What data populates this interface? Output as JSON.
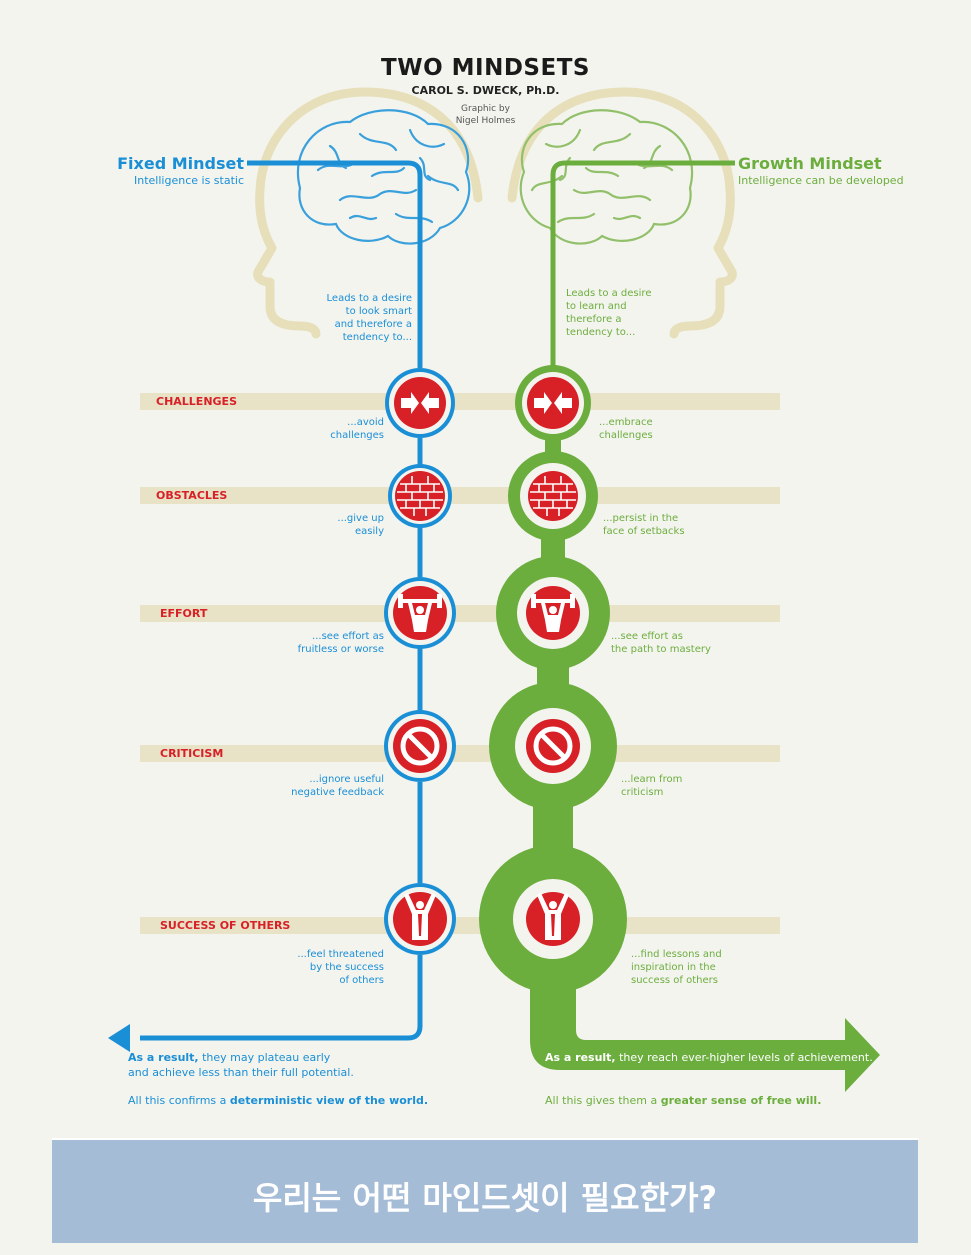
{
  "header": {
    "title": "TWO MINDSETS",
    "author": "CAROL S. DWECK, Ph.D.",
    "credit_line1": "Graphic by",
    "credit_line2": "Nigel Holmes"
  },
  "fixed": {
    "title": "Fixed Mindset",
    "subtitle": "Intelligence is static",
    "lead": [
      "Leads to a desire",
      "to look smart",
      "and therefore a",
      "tendency to..."
    ],
    "responses": [
      [
        "...avoid",
        "challenges"
      ],
      [
        "...give up",
        "easily"
      ],
      [
        "...see effort as",
        "fruitless or worse"
      ],
      [
        "...ignore useful",
        "negative feedback"
      ],
      [
        "...feel threatened",
        "by the success",
        "of others"
      ]
    ],
    "result_bold": "As a result,",
    "result_rest": " they may plateau early",
    "result_line2": "and achieve less than their full potential.",
    "confirm_pre": "All this confirms a ",
    "confirm_bold": "deterministic view of the world."
  },
  "growth": {
    "title": "Growth Mindset",
    "subtitle": "Intelligence can be developed",
    "lead": [
      "Leads to a desire",
      "to learn and",
      "therefore a",
      "tendency to..."
    ],
    "responses": [
      [
        "...embrace",
        "challenges"
      ],
      [
        "...persist in the",
        "face of setbacks"
      ],
      [
        "...see effort as",
        "the path to mastery"
      ],
      [
        "...learn from",
        "criticism"
      ],
      [
        "...find lessons and",
        "inspiration in the",
        "success of others"
      ]
    ],
    "result_bold": "As a result,",
    "result_rest": " they reach ever-higher levels of achievement.",
    "confirm_pre": "All this gives them a ",
    "confirm_bold": "greater sense of free will."
  },
  "categories": [
    "CHALLENGES",
    "OBSTACLES",
    "EFFORT",
    "CRITICISM",
    "SUCCESS OF OTHERS"
  ],
  "icons": [
    "arrows-clash-icon",
    "brick-wall-icon",
    "weightlifter-icon",
    "prohibition-icon",
    "cheering-person-icon"
  ],
  "footer": {
    "text": "우리는 어떤 마인드셋이 필요한가?"
  },
  "colors": {
    "fixed_blue": "#1a8fd6",
    "growth_green": "#6cae3e",
    "icon_red": "#d82027",
    "band_beige": "#e8e2c6",
    "head_outline": "#e6dfba",
    "footer_bar": "#a5bcd7"
  }
}
